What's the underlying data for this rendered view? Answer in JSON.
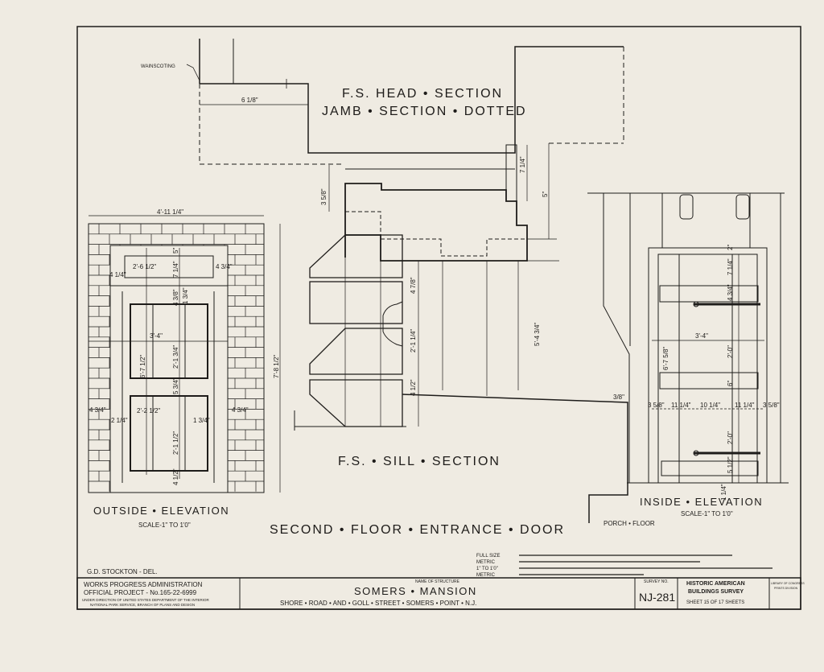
{
  "drawing": {
    "wainscoting_label": "WAINSCOTING",
    "head_section_title": "F.S. HEAD • SECTION",
    "jamb_section_subtitle": "JAMB • SECTION • DOTTED",
    "sill_section_title": "F.S. • SILL • SECTION",
    "sheet_title": "SECOND • FLOOR • ENTRANCE • DOOR",
    "porch_floor_label": "PORCH • FLOOR",
    "delineator": "G.D. STOCKTON - DEL.",
    "head_dims": [
      "6 1/8\"",
      "7 1/4\"",
      "5\"",
      "3 5/8\""
    ],
    "sill_dims": [
      "4 7/8\"",
      "2'-1 1/4\"",
      "5'-4 3/4\"",
      "4 1/2\"",
      "3/8\""
    ]
  },
  "outside_elevation": {
    "title": "OUTSIDE • ELEVATION",
    "scale": "SCALE-1\" TO 1'0\"",
    "dims": [
      "4'-11 1/4\"",
      "7'-8 1/2\"",
      "2'-6 1/2\"",
      "4 1/4\"",
      "4 3/4\"",
      "7 1/4\"",
      "5\"",
      "4 3/8\"",
      "1 3/4\"",
      "3'-4\"",
      "6'-7 1/2\"",
      "2'-1 3/4\"",
      "5 3/4\"",
      "2'-2 1/2\"",
      "4 3/4\"",
      "2 1/4\"",
      "1 3/4\"",
      "4 3/4\"",
      "2'-1 1/2\"",
      "4 1/2\""
    ]
  },
  "inside_elevation": {
    "title": "INSIDE • ELEVATION",
    "scale": "SCALE-1\" TO 1'0\"",
    "dims": [
      "6'-7 5/8\"",
      "3'-4\"",
      "2'-0\"",
      "6\"",
      "3 5/8\"",
      "11 1/4\"",
      "10 1/4\"",
      "11 1/4\"",
      "3 5/8\"",
      "2'-0\"",
      "7 1/4\"",
      "2\"",
      "4 3/4\"",
      "5 1/2\"",
      "1 1/4\""
    ]
  },
  "scale_bars": {
    "labels": [
      "FULL SIZE",
      "METRIC",
      "1\" TO 1'0\"",
      "METRIC"
    ]
  },
  "title_block": {
    "agency_line1": "WORKS PROGRESS ADMINISTRATION",
    "agency_line2": "OFFICIAL PROJECT - No.165-22-6999",
    "agency_line3": "UNDER DIRECTION OF UNITED STATES DEPARTMENT OF THE INTERIOR",
    "agency_line4": "NATIONAL PARK SERVICE, BRANCH OF PLANS AND DESIGN",
    "name_label": "NAME OF STRUCTURE",
    "structure_name": "SOMERS • MANSION",
    "address": "SHORE • ROAD • AND • GOLL • STREET • SOMERS • POINT • N.J.",
    "survey_label": "SURVEY NO.",
    "survey_no": "NJ-281",
    "habs_line1": "HISTORIC AMERICAN",
    "habs_line2": "BUILDINGS SURVEY",
    "sheet_info": "SHEET 15 OF 17 SHEETS",
    "library_note": "LIBRARY OF CONGRESS",
    "library_note2": "PRINTS DIVISION"
  },
  "colors": {
    "paper": "#efebe2",
    "ink": "#1e1c1a"
  }
}
